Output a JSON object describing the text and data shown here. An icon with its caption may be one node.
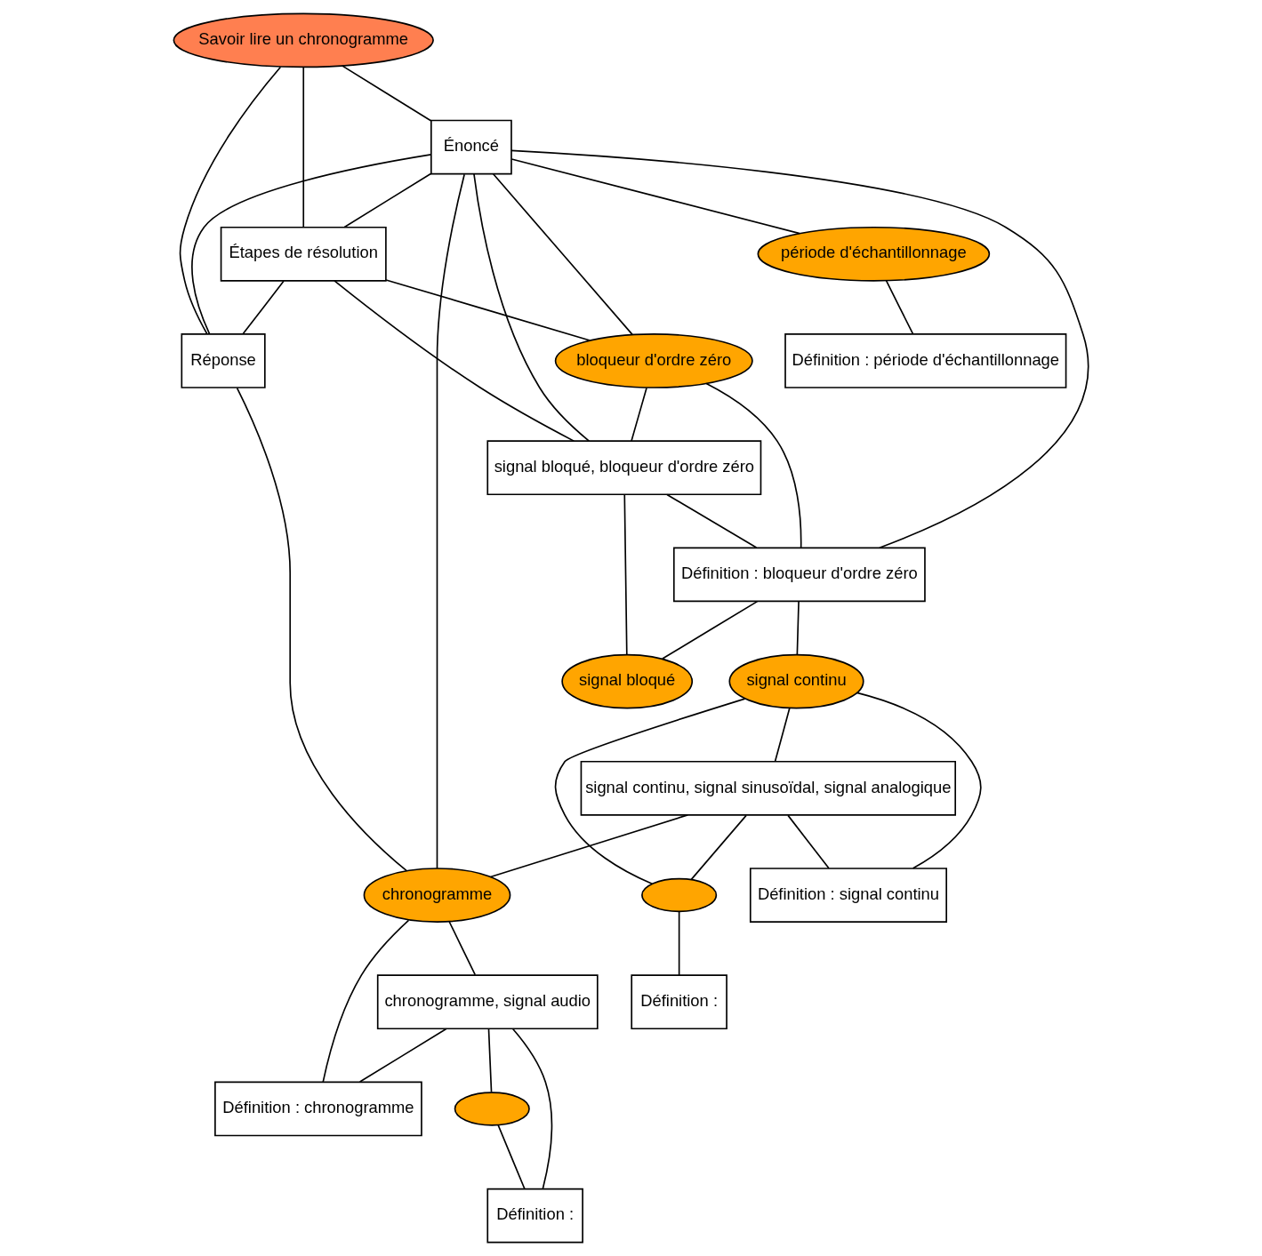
{
  "diagram": {
    "nodes": [
      {
        "text": [
          "Savoir lire un chronogramme"
        ]
      },
      {
        "text": [
          "Énoncé"
        ]
      },
      {
        "text": [
          "Étapes de résolution"
        ]
      },
      {
        "text": [
          "Réponse"
        ]
      },
      {
        "text": [
          "bloqueur d'ordre zéro"
        ]
      },
      {
        "text": [
          "signal bloqué, bloqueur d'ordre zéro"
        ]
      },
      {
        "text": [
          "Définition : bloqueur d'ordre zéro"
        ]
      },
      {
        "text": [
          "signal continu"
        ]
      },
      {
        "text": [
          "signal bloqué"
        ]
      },
      {
        "text": [
          "signal continu, signal sinusoïdal, signal analogique"
        ]
      },
      {
        "text": [
          "Définition : signal continu"
        ]
      },
      {
        "text": [],
        "shape": "ellipse"
      },
      {
        "text": [
          "Définition :"
        ]
      },
      {
        "text": [
          "période d'échantillonnage"
        ]
      },
      {
        "text": [
          "Définition : période d'échantillonnage"
        ]
      },
      {
        "text": [
          "chronogramme"
        ]
      },
      {
        "text": [
          "chronogramme, signal audio"
        ]
      },
      {
        "text": [
          "Définition : chronogramme"
        ]
      },
      {
        "text": [],
        "shape": "ellipse"
      },
      {
        "text": [
          "Définition :"
        ]
      }
    ],
    "edges": [
      {
        "from": 0,
        "to": 1,
        "arrow": "none"
      },
      {
        "from": 0,
        "to": 3,
        "arrow": "none"
      },
      {
        "from": 0,
        "to": 2,
        "arrow": "none"
      },
      {
        "from": 1,
        "to": 2,
        "arrow": "none"
      },
      {
        "from": 1,
        "to": 3,
        "arrow": "none"
      },
      {
        "from": 1,
        "to": 13,
        "arrow": "none"
      },
      {
        "from": 1,
        "to": 15,
        "arrow": "none"
      },
      {
        "from": 1,
        "to": 4,
        "arrow": "none"
      },
      {
        "from": 1,
        "to": 5,
        "arrow": "none"
      },
      {
        "from": 1,
        "to": 6,
        "arrow": "none"
      },
      {
        "from": 2,
        "to": 3,
        "arrow": "none"
      },
      {
        "from": 2,
        "to": 4,
        "arrow": "none"
      },
      {
        "from": 2,
        "to": 5,
        "arrow": "none"
      },
      {
        "from": 3,
        "to": 15,
        "arrow": "none"
      },
      {
        "from": 4,
        "to": 5,
        "arrow": "none"
      },
      {
        "from": 4,
        "to": 6,
        "arrow": "none"
      },
      {
        "from": 5,
        "to": 6,
        "arrow": "none"
      },
      {
        "from": 5,
        "to": 8,
        "arrow": "none"
      },
      {
        "from": 6,
        "to": 7,
        "arrow": "none"
      },
      {
        "from": 6,
        "to": 8,
        "arrow": "none"
      },
      {
        "from": 7,
        "to": 9,
        "arrow": "none"
      },
      {
        "from": 7,
        "to": 10,
        "arrow": "none"
      },
      {
        "from": 7,
        "to": 11,
        "arrow": "none"
      },
      {
        "from": 9,
        "to": 10,
        "arrow": "none"
      },
      {
        "from": 9,
        "to": 11,
        "arrow": "none"
      },
      {
        "from": 9,
        "to": 15,
        "arrow": "none"
      },
      {
        "from": 11,
        "to": 12,
        "arrow": "none"
      },
      {
        "from": 13,
        "to": 14,
        "arrow": "none"
      },
      {
        "from": 15,
        "to": 16,
        "arrow": "none"
      },
      {
        "from": 15,
        "to": 17,
        "arrow": "none"
      },
      {
        "from": 16,
        "to": 17,
        "arrow": "none"
      },
      {
        "from": 16,
        "to": 18,
        "arrow": "none"
      },
      {
        "from": 16,
        "to": 19,
        "arrow": "none"
      },
      {
        "from": 18,
        "to": 19,
        "arrow": "none"
      }
    ]
  }
}
